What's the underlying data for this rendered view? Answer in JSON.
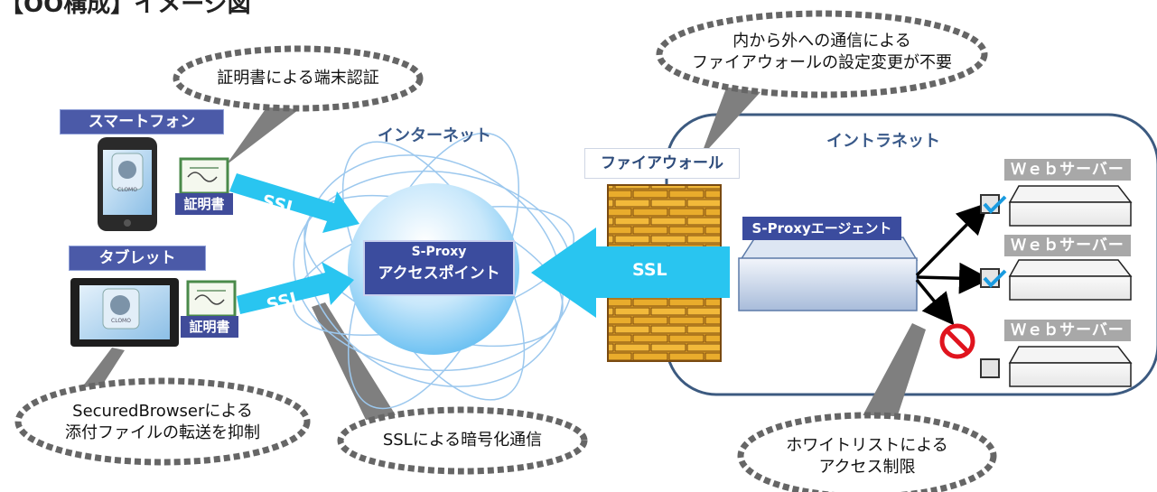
{
  "title": "【OO構成】イメージ図",
  "devices": {
    "smartphone_label": "スマートフォン",
    "tablet_label": "タブレット",
    "app_icon_text": "CLOMO",
    "certificate_label": "証明書"
  },
  "internet": {
    "label": "インターネット",
    "ssl_top": "SSL",
    "ssl_bottom": "SSL",
    "access_point_line1": "S-Proxy",
    "access_point_line2": "アクセスポイント"
  },
  "firewall": {
    "label": "ファイアウォール",
    "ssl": "SSL"
  },
  "intranet": {
    "label": "イントラネット",
    "agent_label": "S-Proxyエージェント",
    "servers": [
      {
        "label": "Ｗｅｂサーバー",
        "status": "allowed"
      },
      {
        "label": "Ｗｅｂサーバー",
        "status": "allowed"
      },
      {
        "label": "Ｗｅｂサーバー",
        "status": "denied"
      }
    ]
  },
  "callouts": {
    "cert_auth": "証明書による端末認証",
    "firewall_line1": "内から外への通信による",
    "firewall_line2": "ファイアウォールの設定変更が不要",
    "secured_line1": "SecuredBrowserによる",
    "secured_line2": "添付ファイルの転送を抑制",
    "ssl_encrypt": "SSLによる暗号化通信",
    "whitelist_line1": "ホワイトリストによる",
    "whitelist_line2": "アクセス制限"
  },
  "colors": {
    "label_blue": "#4b5aa8",
    "ssl_arrow": "#29c5f0",
    "intranet_border": "#3c5a80",
    "firewall_brick": "#e0a020",
    "check": "#1a9be0",
    "deny": "#e0141e"
  }
}
